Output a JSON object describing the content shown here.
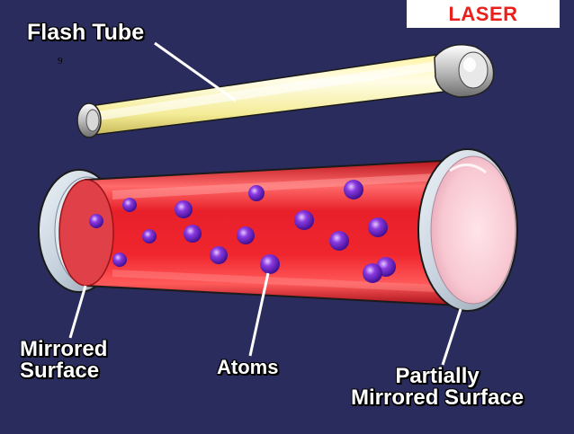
{
  "title": "LASER",
  "slide_number": "9",
  "labels": {
    "flash_tube": "Flash Tube",
    "mirrored_line1": "Mirrored",
    "mirrored_line2": "Surface",
    "atoms": "Atoms",
    "partial_line1": "Partially",
    "partial_line2": "Mirrored Surface"
  },
  "colors": {
    "background": "#2b2c5e",
    "title_text": "#e8201c",
    "tube_red": "#e8202a",
    "flash_yellow": "#fffcc0",
    "atom_purple": "#6a20c0"
  }
}
